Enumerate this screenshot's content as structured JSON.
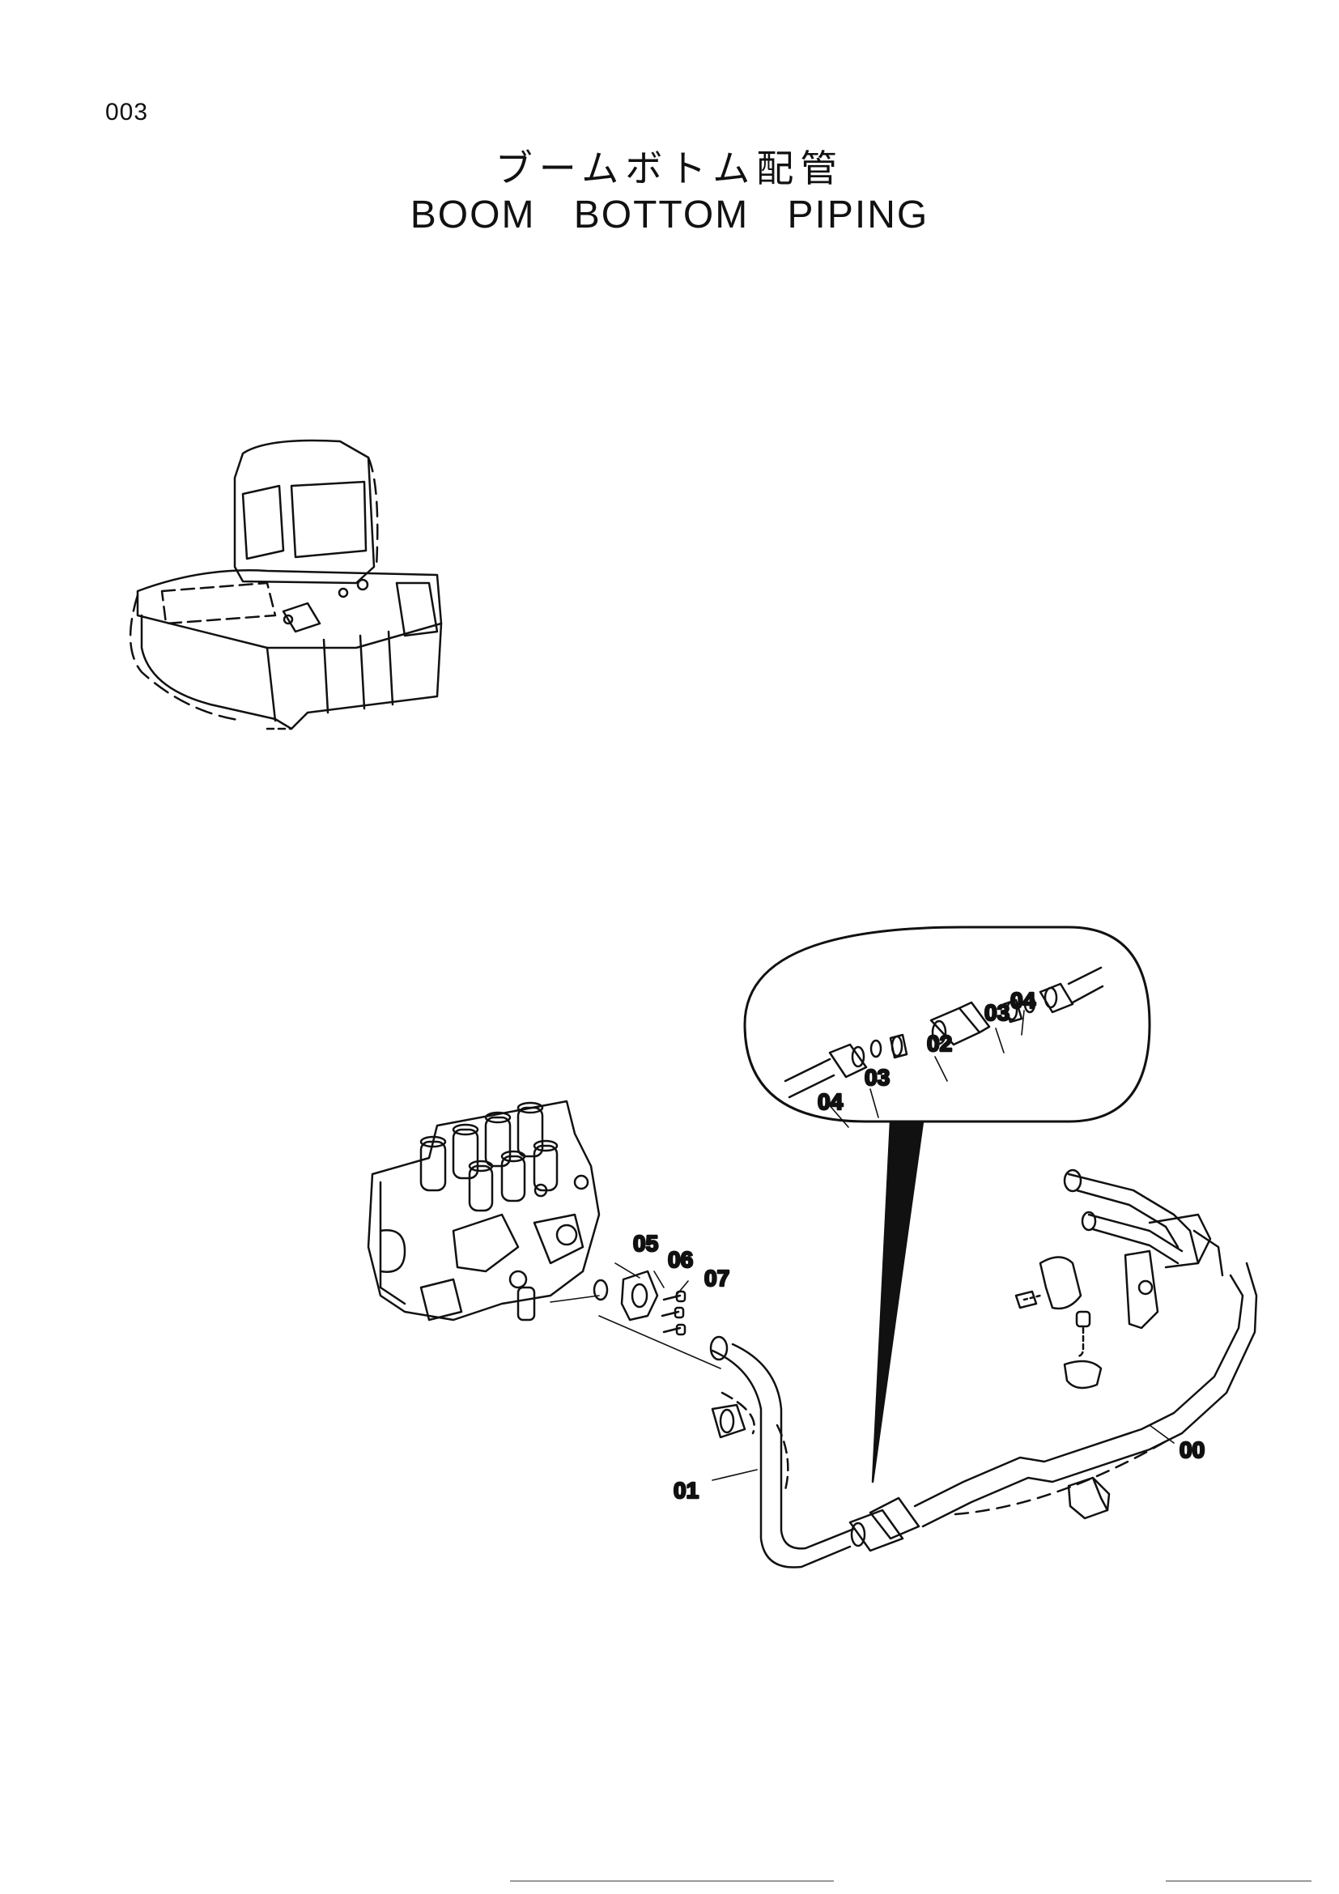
{
  "page": {
    "number": "003",
    "title_ja": "ブームボトム配管",
    "title_en": "BOOM BOTTOM PIPING"
  },
  "callouts": {
    "c00": "00",
    "c01": "01",
    "c02": "02",
    "c03a": "03",
    "c03b": "03",
    "c04a": "04",
    "c04b": "04",
    "c05": "05",
    "c06": "06",
    "c07": "07"
  }
}
